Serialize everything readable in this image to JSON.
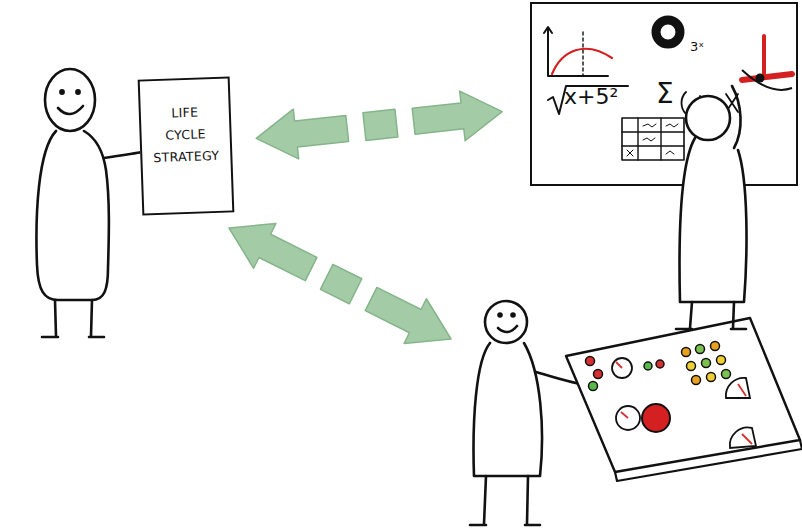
{
  "diagram": {
    "nodes": [
      {
        "text": [
          "LIFE CYCLE STRATEGY"
        ]
      },
      {
        "text": [
          "3ˣ",
          "x+5²",
          "Σ"
        ]
      }
    ],
    "edges": [
      {
        "from": 0,
        "to": 1,
        "arrow": "both"
      }
    ]
  }
}
